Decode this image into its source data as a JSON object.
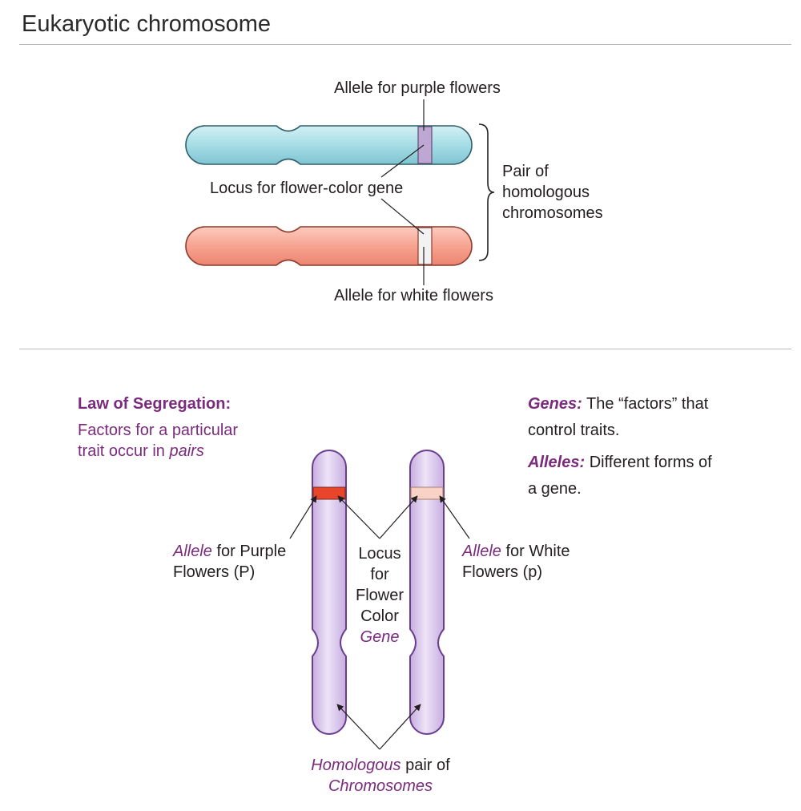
{
  "title": "Eukaryotic chromosome",
  "top": {
    "allele_purple": "Allele for purple flowers",
    "locus": "Locus for flower-color gene",
    "allele_white": "Allele for white flowers",
    "pair_line1": "Pair of",
    "pair_line2": "homologous",
    "pair_line3": "chromosomes"
  },
  "bottom": {
    "law_title": "Law of Segregation:",
    "law_line1": "Factors for a particular",
    "law_line2_a": "trait occur in ",
    "law_line2_b": "pairs",
    "genes_term": "Genes:",
    "genes_def_a": " The “factors” that",
    "genes_def_b": "control traits.",
    "alleles_term": "Alleles:",
    "alleles_def_a": " Different forms of",
    "alleles_def_b": "a gene.",
    "left_allele_word": "Allele",
    "left_allele_rest": " for Purple",
    "left_allele_line2": "Flowers (P)",
    "right_allele_word": "Allele",
    "right_allele_rest": " for White",
    "right_allele_line2": "Flowers (p)",
    "locus_1": "Locus",
    "locus_2": "for",
    "locus_3": "Flower",
    "locus_4": "Color",
    "locus_5": "Gene",
    "homologous_word": "Homologous",
    "homologous_rest": " pair of",
    "chromosomes_word": "Chromosomes"
  },
  "colors": {
    "teal_chromosome": "#a6dde6",
    "salmon_chromosome": "#f7a491",
    "purple_band": "#bfa7d3",
    "white_band": "#f2f2f2",
    "lilac_chromosome": "#dccbee",
    "red_band": "#e8452b",
    "pink_band": "#f9d2c6",
    "label_purple": "#7b2a7e"
  }
}
